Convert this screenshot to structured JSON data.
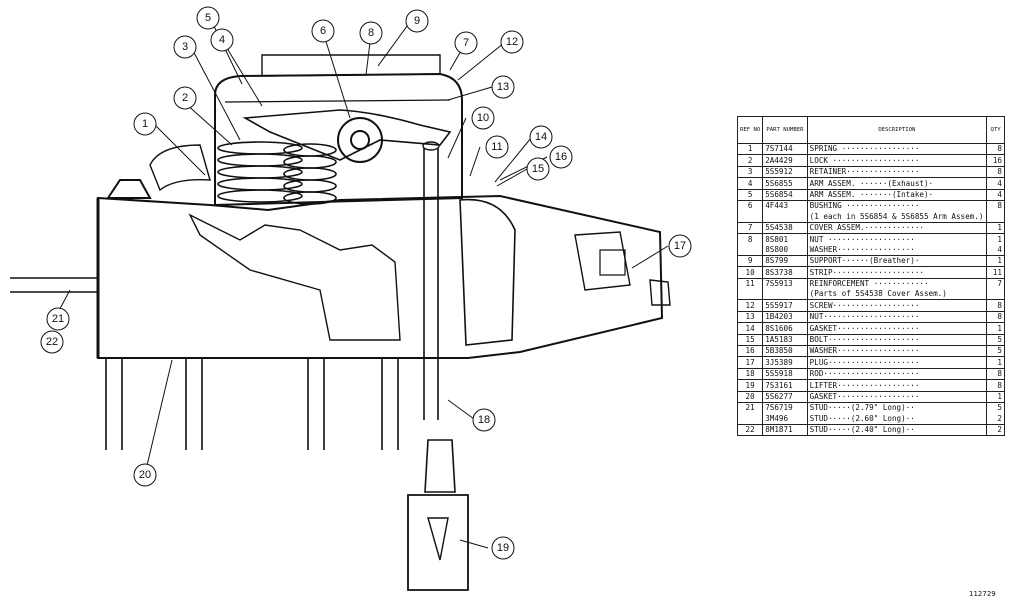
{
  "callouts": [
    "1",
    "2",
    "3",
    "4",
    "5",
    "6",
    "7",
    "8",
    "9",
    "10",
    "11",
    "12",
    "13",
    "14",
    "15",
    "16",
    "17",
    "18",
    "19",
    "20",
    "21",
    "22"
  ],
  "table": {
    "headers": {
      "no": "REF NO",
      "part": "PART NUMBER",
      "desc": "DESCRIPTION",
      "qty": "QTY"
    },
    "rows": [
      {
        "no": "1",
        "part": "7S7144",
        "desc": "SPRING ·················",
        "qty": "8"
      },
      {
        "no": "2",
        "part": "2A4429",
        "desc": "LOCK ···················",
        "qty": "16"
      },
      {
        "no": "3",
        "part": "5S5912",
        "desc": "RETAINER················",
        "qty": "8"
      },
      {
        "no": "4",
        "part": "5S6855",
        "desc": "ARM ASSEM. ······(Exhaust)·",
        "qty": "4"
      },
      {
        "no": "5",
        "part": "5S6854",
        "desc": "ARM ASSEM. ·······(Intake)·",
        "qty": "4"
      },
      {
        "no": "6",
        "part": "4F443",
        "desc": "BUSHING ················",
        "qty": "8"
      },
      {
        "no": "",
        "part": "",
        "desc": "(1 each in 5S6854 & 5S6855 Arm Assem.)",
        "qty": ""
      },
      {
        "no": "7",
        "part": "5S4538",
        "desc": "COVER ASSEM.·············",
        "qty": "1"
      },
      {
        "no": "8",
        "part": "8S801",
        "desc": "NUT ···················",
        "qty": "1"
      },
      {
        "no": "",
        "part": "8S800",
        "desc": "WASHER·················",
        "qty": "4"
      },
      {
        "no": "9",
        "part": "8S799",
        "desc": "SUPPORT······(Breather)·",
        "qty": "1"
      },
      {
        "no": "10",
        "part": "8S3738",
        "desc": "STRIP····················",
        "qty": "11"
      },
      {
        "no": "11",
        "part": "7S5913",
        "desc": "REINFORCEMENT ············",
        "qty": "7"
      },
      {
        "no": "",
        "part": "",
        "desc": "(Parts of 5S4538 Cover Assem.)",
        "qty": ""
      },
      {
        "no": "12",
        "part": "5S5917",
        "desc": "SCREW···················",
        "qty": "8"
      },
      {
        "no": "13",
        "part": "1B4203",
        "desc": "NUT·····················",
        "qty": "8"
      },
      {
        "no": "14",
        "part": "8S1606",
        "desc": "GASKET··················",
        "qty": "1"
      },
      {
        "no": "15",
        "part": "1A5183",
        "desc": "BOLT····················",
        "qty": "5"
      },
      {
        "no": "16",
        "part": "5B3850",
        "desc": "WASHER··················",
        "qty": "5"
      },
      {
        "no": "17",
        "part": "3J5389",
        "desc": "PLUG····················",
        "qty": "1"
      },
      {
        "no": "18",
        "part": "5S5918",
        "desc": "ROD·····················",
        "qty": "8"
      },
      {
        "no": "19",
        "part": "7S3161",
        "desc": "LIFTER··················",
        "qty": "8"
      },
      {
        "no": "20",
        "part": "5S6277",
        "desc": "GASKET··················",
        "qty": "1"
      },
      {
        "no": "21",
        "part": "7S6719",
        "desc": "STUD·····(2.79\" Long)··",
        "qty": "5"
      },
      {
        "no": "",
        "part": "3M496",
        "desc": "STUD·····(2.60\" Long)··",
        "qty": "2"
      },
      {
        "no": "22",
        "part": "8M1871",
        "desc": "STUD·····(2.40\" Long)··",
        "qty": "2"
      }
    ]
  },
  "drawing_number": "112729"
}
